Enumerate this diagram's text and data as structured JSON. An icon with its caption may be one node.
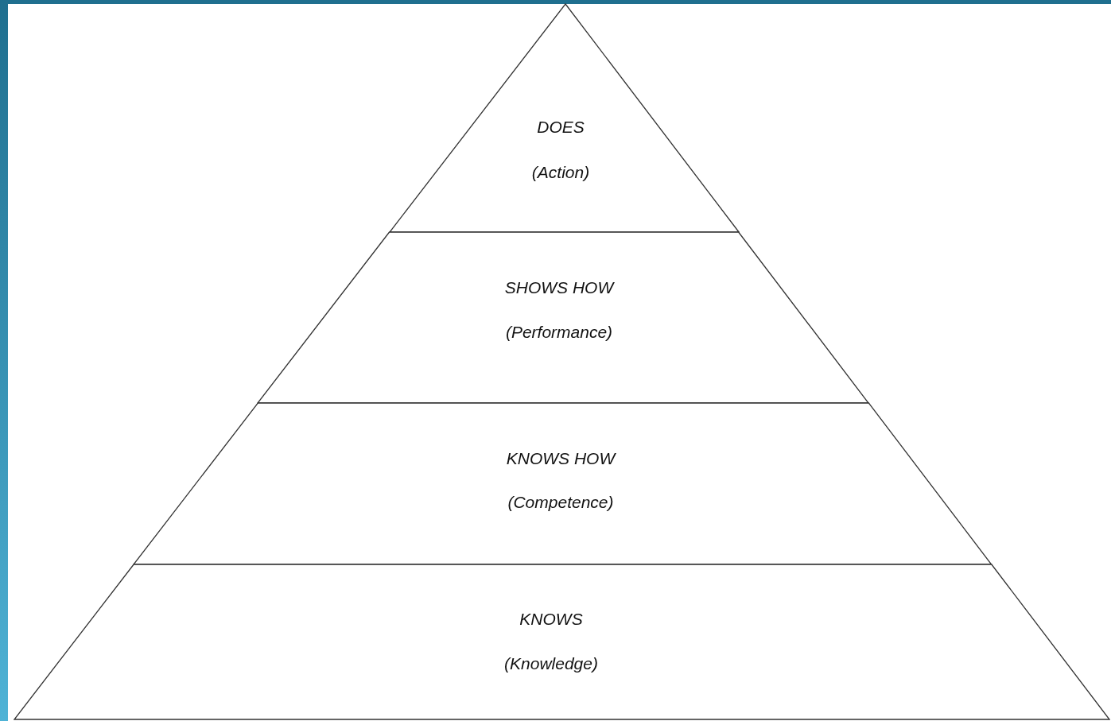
{
  "diagram": {
    "nodes": [
      {
        "text": [
          "DOES",
          "(Action)"
        ]
      },
      {
        "text": [
          "SHOWS HOW",
          "(Performance)"
        ]
      },
      {
        "text": [
          "KNOWS HOW",
          "(Competence)"
        ]
      },
      {
        "text": [
          "KNOWS",
          "(Knowledge)"
        ]
      }
    ],
    "edges": []
  }
}
